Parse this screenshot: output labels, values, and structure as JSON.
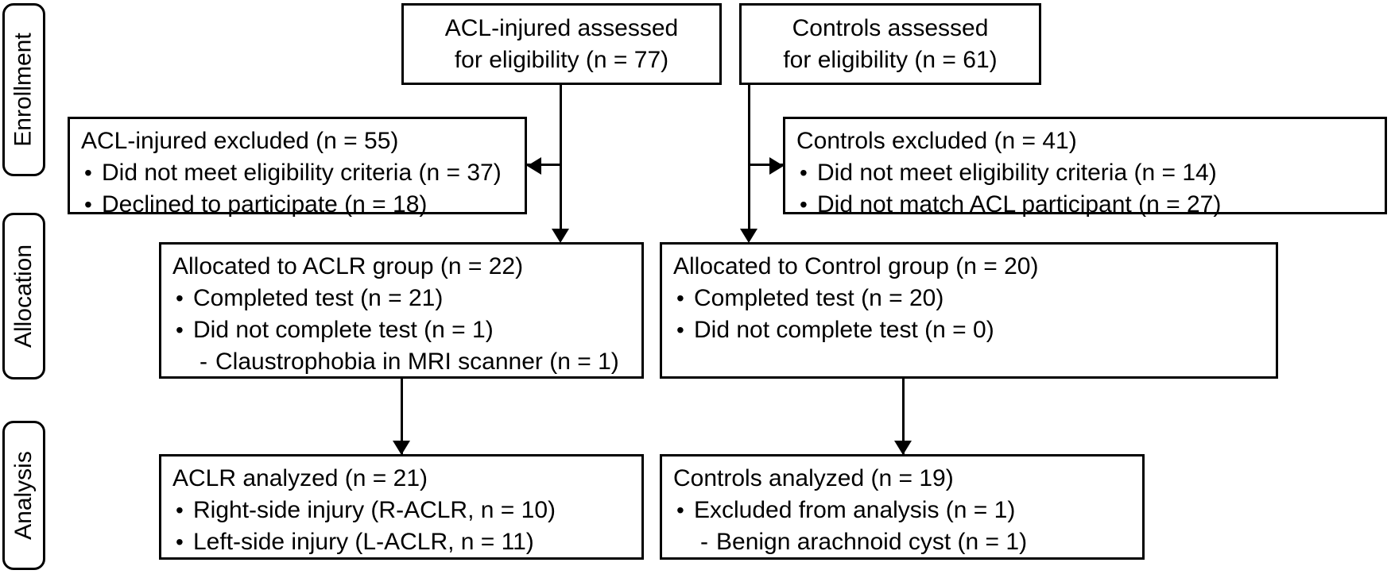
{
  "diagram": {
    "type": "consort-flow-diagram",
    "stages": [
      {
        "id": "enrollment",
        "label": "Enrollment"
      },
      {
        "id": "allocation",
        "label": "Allocation"
      },
      {
        "id": "analysis",
        "label": "Analysis"
      }
    ],
    "boxes": {
      "acl_assessed": {
        "lines": [
          "ACL-injured assessed",
          "for eligibility (n = 77)"
        ]
      },
      "controls_assessed": {
        "lines": [
          "Controls assessed",
          "for eligibility (n = 61)"
        ]
      },
      "acl_excluded": {
        "title": "ACL-injured excluded (n = 55)",
        "bullets": [
          "Did not meet eligibility criteria (n = 37)",
          "Declined to participate (n = 18)"
        ]
      },
      "controls_excluded": {
        "title": "Controls excluded (n = 41)",
        "bullets": [
          "Did not meet eligibility criteria (n = 14)",
          "Did not match ACL participant (n = 27)"
        ]
      },
      "aclr_allocated": {
        "title": "Allocated to ACLR group (n = 22)",
        "bullets": [
          "Completed test (n = 21)",
          "Did not complete test (n = 1)"
        ],
        "sub": "Claustrophobia in MRI scanner (n = 1)"
      },
      "control_allocated": {
        "title": "Allocated to Control group (n = 20)",
        "bullets": [
          "Completed test (n = 20)",
          "Did not complete test (n = 0)"
        ]
      },
      "aclr_analyzed": {
        "title": "ACLR analyzed (n = 21)",
        "bullets": [
          "Right-side injury (R-ACLR, n = 10)",
          "Left-side injury (L-ACLR, n = 11)"
        ]
      },
      "controls_analyzed": {
        "title": "Controls analyzed (n = 19)",
        "bullets": [
          "Excluded from analysis (n = 1)"
        ],
        "sub": "Benign arachnoid cyst (n = 1)"
      }
    },
    "colors": {
      "stroke": "#000000",
      "background": "#ffffff",
      "text": "#000000"
    }
  }
}
